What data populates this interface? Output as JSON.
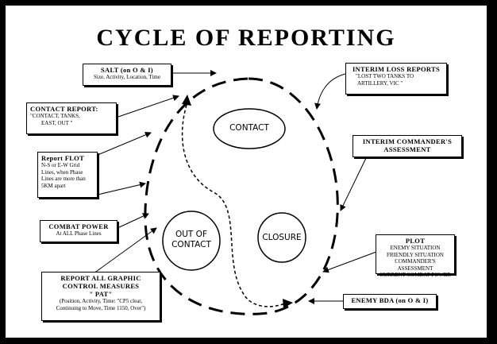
{
  "title": "CYCLE OF REPORTING",
  "ovals": {
    "contact": "CONTACT",
    "out_of_contact_1": "OUT OF",
    "out_of_contact_2": "CONTACT",
    "closure": "CLOSURE"
  },
  "boxes": {
    "salt": {
      "heading": "SALT (on O & I)",
      "body": "Size, Activity, Location, Time"
    },
    "contact_report": {
      "heading": "CONTACT REPORT:",
      "body1": "\"CONTACT, TANKS,",
      "body2": "EAST, OUT \""
    },
    "report_flot": {
      "heading": "Report FLOT",
      "body": [
        "N-S or E-W Grid",
        "Lines, when Phase",
        "Lines are more than",
        "5KM apart"
      ]
    },
    "combat_power": {
      "heading": "COMBAT POWER",
      "body": "At ALL Phase Lines"
    },
    "graphic": {
      "heading1": "REPORT ALL GRAPHIC",
      "heading2": "CONTROL MEASURES",
      "heading3": "\" PAT\"",
      "body1": "(Position, Activity, Time: \"CP5 clear,",
      "body2": "Continuing to Move, Time 1150, Over\")"
    },
    "interim_loss": {
      "heading": "INTERIM LOSS REPORTS",
      "body1": "\"LOST TWO TANKS TO",
      "body2": "ARTILLERY, VIC        \""
    },
    "interim_cdr": {
      "heading1": "INTERIM COMMANDER'S",
      "heading2": "ASSESSMENT"
    },
    "plot": {
      "heading": "PLOT",
      "body": [
        "ENEMY SITUATION",
        "FRIENDLY SITUATION",
        "COMMANDER'S ASSESSMENT",
        "CURRENT COMBAT POWER"
      ]
    },
    "enemy_bda": {
      "heading": "ENEMY BDA (on O & I)"
    }
  }
}
